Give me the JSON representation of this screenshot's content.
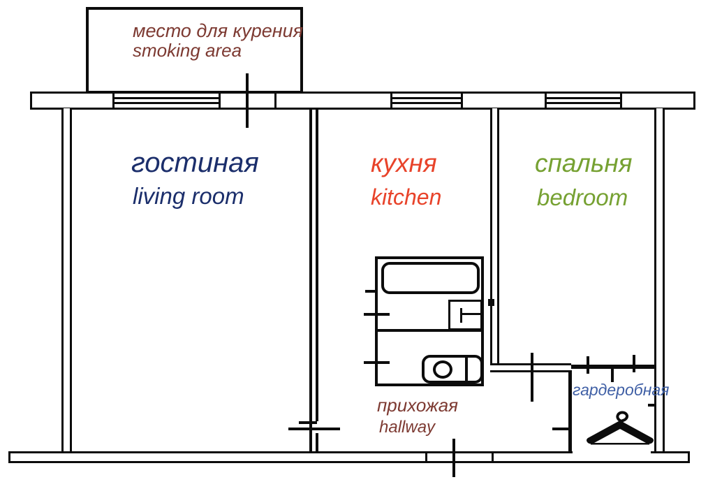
{
  "title": "apartment floor plan",
  "rooms": {
    "smoking_area": {
      "name_ru": "место для курения",
      "name_en": "smoking area",
      "color": "#7d3a32"
    },
    "living_room": {
      "name_ru": "гостиная",
      "name_en": "living room",
      "color": "#1b2e6b"
    },
    "kitchen": {
      "name_ru": "кухня",
      "name_en": "kitchen",
      "color": "#e8432a"
    },
    "bedroom": {
      "name_ru": "спальня",
      "name_en": "bedroom",
      "color": "#76a132"
    },
    "hallway": {
      "name_ru": "прихожая",
      "name_en": "hallway",
      "color": "#7d3a32"
    },
    "wardrobe": {
      "name_ru": "гардеробная",
      "color": "#3f5fa5"
    }
  },
  "icons": {
    "hanger": "clothes-hanger-icon"
  },
  "colors": {
    "walls": "#0c0c0c",
    "background": "#ffffff"
  },
  "fixtures": [
    "bathtub",
    "sink",
    "toilet"
  ]
}
